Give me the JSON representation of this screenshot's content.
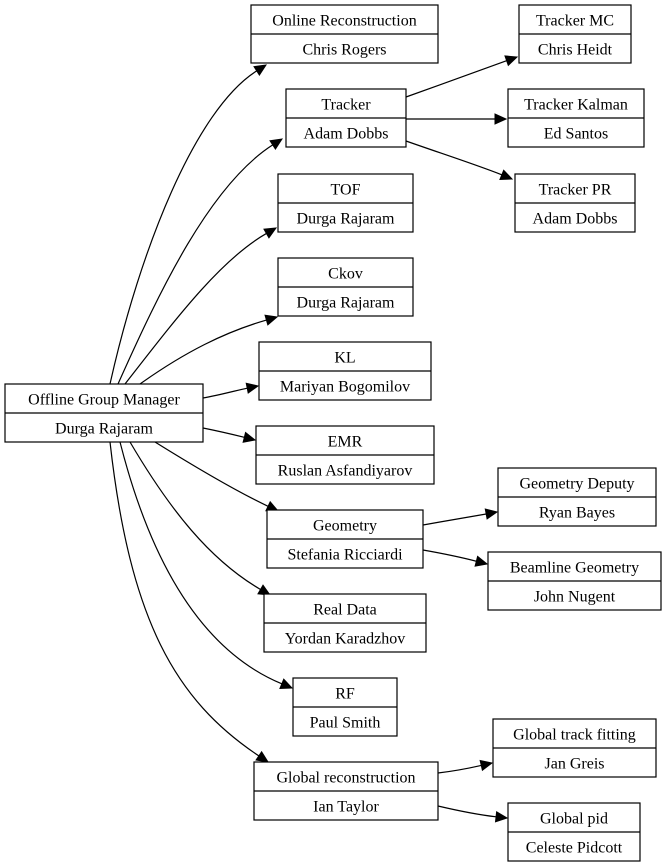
{
  "nodes": [
    {
      "id": "manager",
      "role": "Offline Group Manager",
      "person": "Durga Rajaram"
    },
    {
      "id": "online",
      "role": "Online Reconstruction",
      "person": "Chris Rogers"
    },
    {
      "id": "tracker",
      "role": "Tracker",
      "person": "Adam Dobbs"
    },
    {
      "id": "tof",
      "role": "TOF",
      "person": "Durga Rajaram"
    },
    {
      "id": "ckov",
      "role": "Ckov",
      "person": "Durga Rajaram"
    },
    {
      "id": "kl",
      "role": "KL",
      "person": "Mariyan Bogomilov"
    },
    {
      "id": "emr",
      "role": "EMR",
      "person": "Ruslan Asfandiyarov"
    },
    {
      "id": "geometry",
      "role": "Geometry",
      "person": "Stefania Ricciardi"
    },
    {
      "id": "realdata",
      "role": "Real Data",
      "person": "Yordan Karadzhov"
    },
    {
      "id": "rf",
      "role": "RF",
      "person": "Paul Smith"
    },
    {
      "id": "globalrecon",
      "role": "Global reconstruction",
      "person": "Ian Taylor"
    },
    {
      "id": "trackermc",
      "role": "Tracker MC",
      "person": "Chris Heidt"
    },
    {
      "id": "trackerkalman",
      "role": "Tracker Kalman",
      "person": "Ed Santos"
    },
    {
      "id": "trackerpr",
      "role": "Tracker PR",
      "person": "Adam Dobbs"
    },
    {
      "id": "geodeputy",
      "role": "Geometry Deputy",
      "person": "Ryan Bayes"
    },
    {
      "id": "beamline",
      "role": "Beamline Geometry",
      "person": "John Nugent"
    },
    {
      "id": "globaltrack",
      "role": "Global track fitting",
      "person": "Jan Greis"
    },
    {
      "id": "globalpid",
      "role": "Global pid",
      "person": "Celeste Pidcott"
    }
  ],
  "edges": [
    {
      "from": "manager",
      "to": "online"
    },
    {
      "from": "manager",
      "to": "tracker"
    },
    {
      "from": "manager",
      "to": "tof"
    },
    {
      "from": "manager",
      "to": "ckov"
    },
    {
      "from": "manager",
      "to": "kl"
    },
    {
      "from": "manager",
      "to": "emr"
    },
    {
      "from": "manager",
      "to": "geometry"
    },
    {
      "from": "manager",
      "to": "realdata"
    },
    {
      "from": "manager",
      "to": "rf"
    },
    {
      "from": "manager",
      "to": "globalrecon"
    },
    {
      "from": "tracker",
      "to": "trackermc"
    },
    {
      "from": "tracker",
      "to": "trackerkalman"
    },
    {
      "from": "tracker",
      "to": "trackerpr"
    },
    {
      "from": "geometry",
      "to": "geodeputy"
    },
    {
      "from": "geometry",
      "to": "beamline"
    },
    {
      "from": "globalrecon",
      "to": "globaltrack"
    },
    {
      "from": "globalrecon",
      "to": "globalpid"
    }
  ]
}
